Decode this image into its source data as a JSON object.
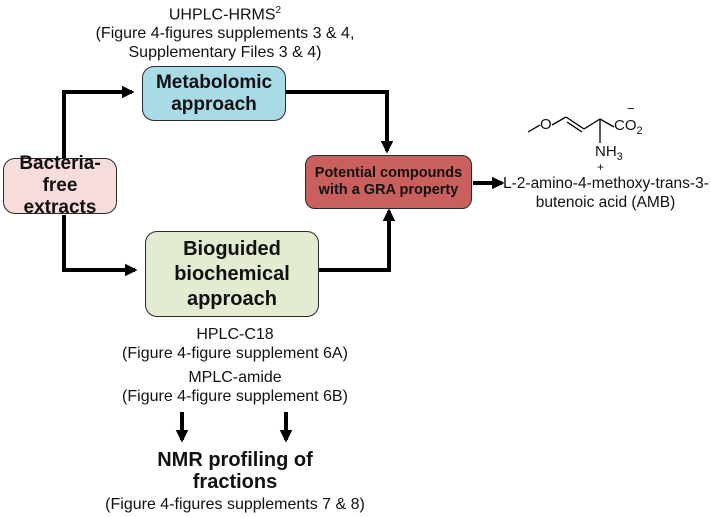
{
  "top_caption": {
    "line1": "UHPLC-HRMS",
    "line1_sup": "2",
    "line2": "(Figure 4-figures supplements 3 & 4,",
    "line3": "Supplementary Files 3 & 4)"
  },
  "boxes": {
    "metabolomic": {
      "line1": "Metabolomic",
      "line2": "approach",
      "fill": "#a9dbe6"
    },
    "extracts": {
      "line1": "Bacteria-free",
      "line2": "extracts",
      "fill": "#f7dcdb"
    },
    "potential": {
      "line1": "Potential compounds",
      "line2": "with a GRA property",
      "fill": "#c9605d"
    },
    "bioguided": {
      "line1": "Bioguided",
      "line2": "biochemical",
      "line3": "approach",
      "fill": "#e3ecd1"
    }
  },
  "compound": {
    "name_line1": "L-2-amino-4-methoxy-trans-3-",
    "name_line2": "butenoic acid (AMB)",
    "structure": {
      "oxygen": "O",
      "carboxylate": "CO",
      "carboxylate_sub": "2",
      "amine": "NH",
      "amine_sub": "3",
      "minus": "−",
      "plus": "+"
    }
  },
  "hplc_caption": {
    "line1": "HPLC-C18",
    "line2": "(Figure 4-figure supplement 6A)"
  },
  "mplc_caption": {
    "line1": "MPLC-amide",
    "line2": "(Figure 4-figure supplement 6B)"
  },
  "nmr": {
    "line1": "NMR profiling of",
    "line2": "fractions"
  },
  "bottom_caption": "(Figure 4-figures supplements 7 & 8)"
}
